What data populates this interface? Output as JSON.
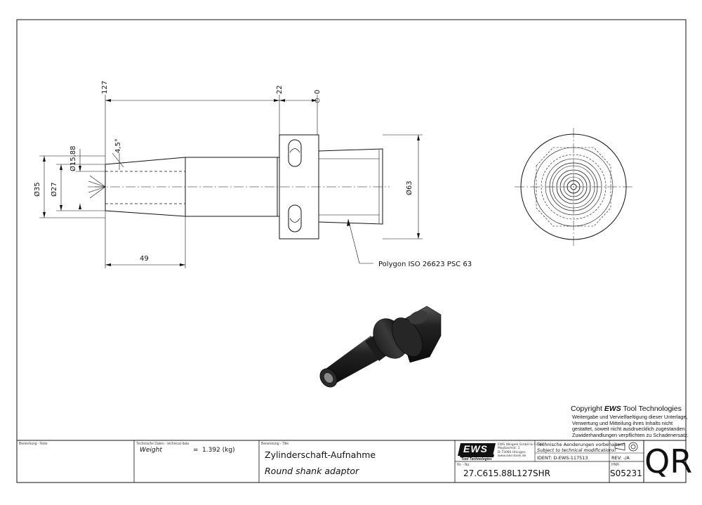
{
  "drawing": {
    "dimensions": {
      "overall_length": "127",
      "flange_offset": "22",
      "datum": "0",
      "angle": "4,5°",
      "bore_diameter": "Ø15,88",
      "outer_diameter": "Ø35",
      "inner_diameter": "Ø27",
      "flange_diameter": "Ø63",
      "bore_depth": "49"
    },
    "callout": "Polygon ISO 26623 PSC 63"
  },
  "copyright": {
    "title_prefix": "Copyright",
    "title_brand": "EWS",
    "title_suffix": "Tool Technologies",
    "lines": [
      "Weitergabe und Vervielfaeltigung dieser Unterlage,",
      "Verwertung und Mitteilung ihres Inhalts nicht",
      "gestattet, soweit nicht ausdruecklich zugestanden.",
      "Zuwiderhandlungen verpflichten zu Schadenersatz."
    ]
  },
  "title_block": {
    "remark_label": "Bemerkung - Note",
    "tech_label": "Technische Daten - technical data",
    "weight_label": "Weight",
    "weight_eq": "=",
    "weight_value": "1.392 (kg)",
    "title_label": "Benennung - Title",
    "title_de": "Zylinderschaft-Aufnahme",
    "title_en": "Round shank adaptor",
    "logo_text": "EWS",
    "logo_sub": "Tool Technologies",
    "company_lines": [
      "EWS Weigele GmbH & Co. KG",
      "Maybachstr. 1",
      "D-73066 Uhingen",
      "www.ews-tools.de"
    ],
    "change_de": "Technische Aenderungen vorbehalten!",
    "change_en": "Subject to technical modifications!",
    "ident": "IDENT:  D-EWS-117513",
    "rev": "REV:  -/A",
    "nr_label": "Nr. - No.",
    "part_number": "27.C615.88L127SHR",
    "hnr_label": "HNR",
    "hnr": "S05231",
    "qr": "QR"
  }
}
